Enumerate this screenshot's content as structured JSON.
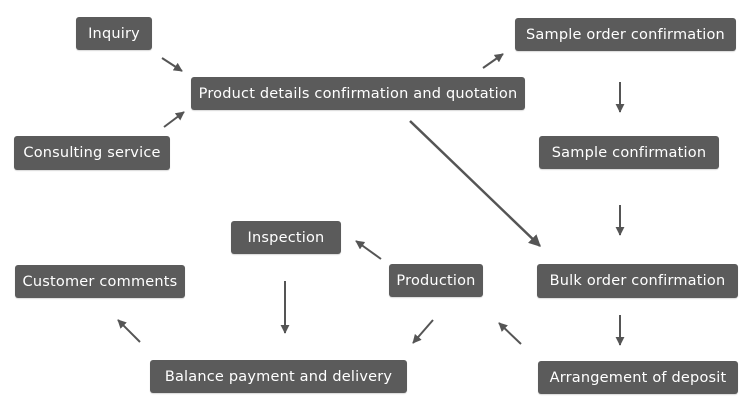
{
  "diagram": {
    "colors": {
      "node_fill": "#5b5b5b",
      "node_text": "#ffffff",
      "arrow": "#555555",
      "background": "#ffffff"
    },
    "nodes": {
      "inquiry": "Inquiry",
      "product_details": "Product details confirmation and quotation",
      "consulting_service": "Consulting service",
      "sample_order_confirmation": "Sample order confirmation",
      "sample_confirmation": "Sample confirmation",
      "inspection": "Inspection",
      "production": "Production",
      "bulk_order_confirmation": "Bulk order confirmation",
      "customer_comments": "Customer comments",
      "balance_payment": "Balance payment and delivery",
      "arrangement_of_deposit": "Arrangement of deposit"
    },
    "edges": [
      {
        "from": "inquiry",
        "to": "product_details"
      },
      {
        "from": "consulting_service",
        "to": "product_details"
      },
      {
        "from": "product_details",
        "to": "sample_order_confirmation"
      },
      {
        "from": "sample_order_confirmation",
        "to": "sample_confirmation"
      },
      {
        "from": "sample_confirmation",
        "to": "bulk_order_confirmation"
      },
      {
        "from": "product_details",
        "to": "bulk_order_confirmation"
      },
      {
        "from": "bulk_order_confirmation",
        "to": "arrangement_of_deposit"
      },
      {
        "from": "arrangement_of_deposit",
        "to": "production"
      },
      {
        "from": "production",
        "to": "inspection"
      },
      {
        "from": "production",
        "to": "balance_payment"
      },
      {
        "from": "inspection",
        "to": "balance_payment"
      },
      {
        "from": "balance_payment",
        "to": "customer_comments"
      }
    ]
  }
}
